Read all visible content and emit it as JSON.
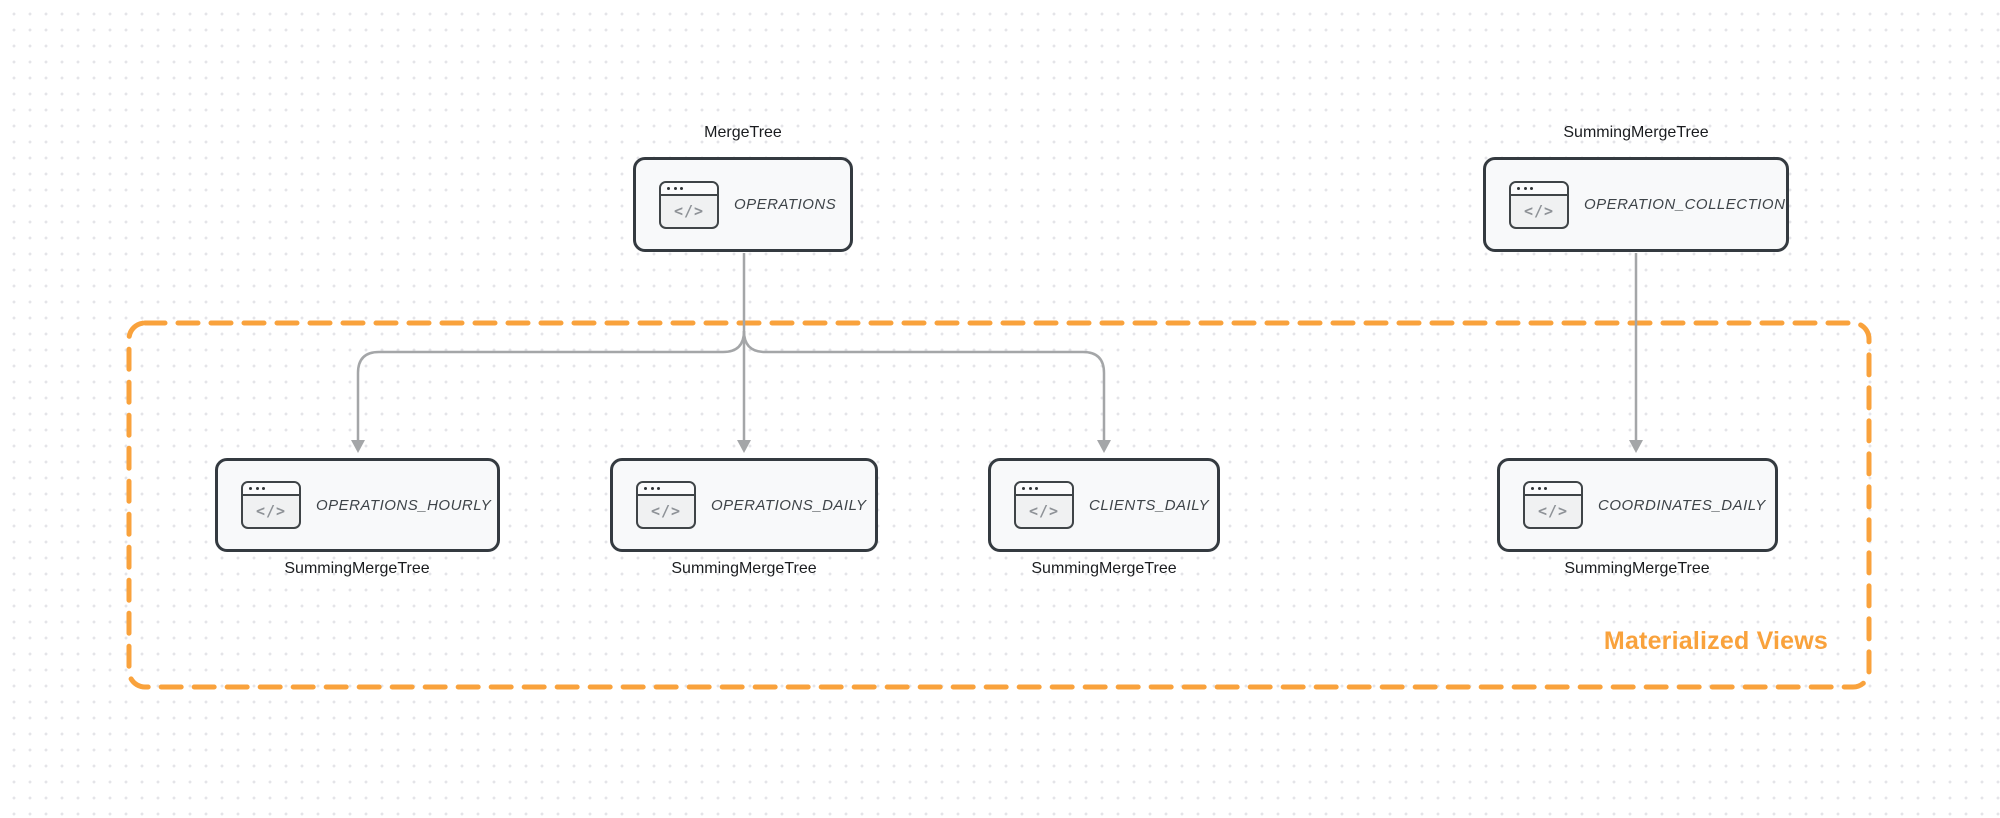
{
  "diagram": {
    "group": {
      "label": "Materialized Views"
    },
    "icon_glyph": "</>",
    "colors": {
      "accent_orange": "#F9A23C",
      "node_border": "#343A40",
      "node_fill": "#F8F9FA",
      "arrow": "#A4A6A8",
      "table_text": "#3E4449",
      "engine_text": "#1A1C1F",
      "dot_grid": "#E4E4E8"
    },
    "nodes": [
      {
        "table": "OPERATIONS",
        "engine": "MergeTree"
      },
      {
        "table": "OPERATION_COLLECTION",
        "engine": "SummingMergeTree"
      },
      {
        "table": "OPERATIONS_HOURLY",
        "engine": "SummingMergeTree"
      },
      {
        "table": "OPERATIONS_DAILY",
        "engine": "SummingMergeTree"
      },
      {
        "table": "CLIENTS_DAILY",
        "engine": "SummingMergeTree"
      },
      {
        "table": "COORDINATES_DAILY",
        "engine": "SummingMergeTree"
      }
    ]
  }
}
